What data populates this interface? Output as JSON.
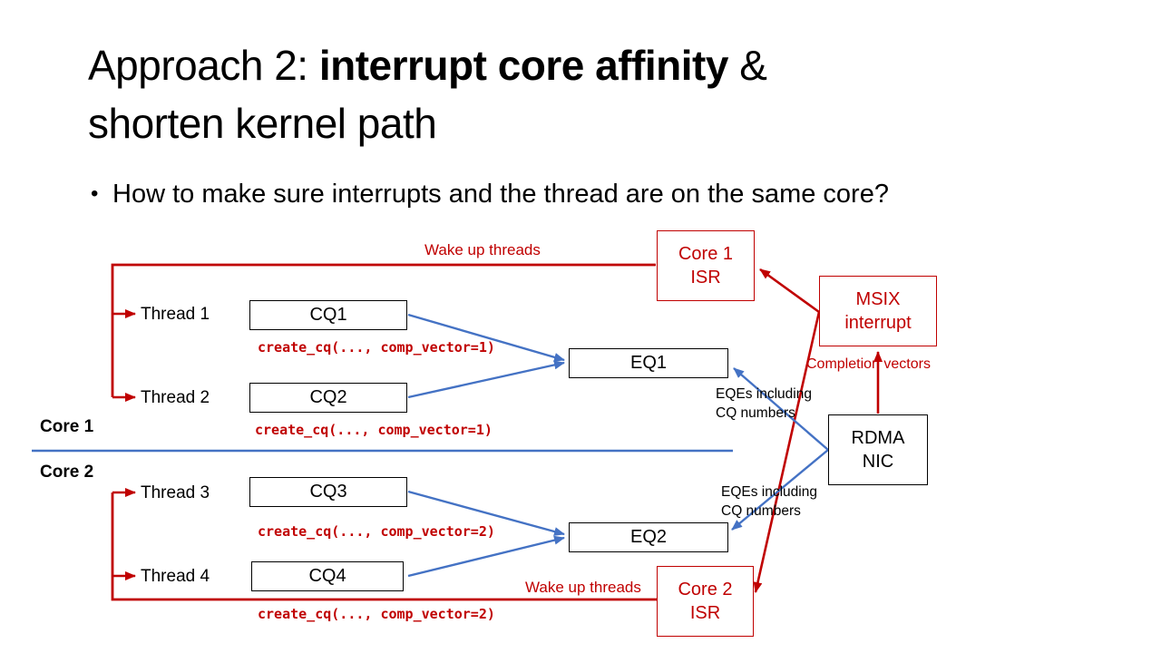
{
  "slide": {
    "title": {
      "regular1": "Approach 2: ",
      "emphasis": "interrupt core affinity",
      "regular2": " &",
      "line2": "shorten kernel path"
    },
    "bullet_marker": "•",
    "bullet_text": "How to make sure interrupts and the thread are on the same core?"
  },
  "colors": {
    "red": "#C00000",
    "blue": "#4472C4",
    "black": "#000000"
  },
  "diagram": {
    "threads": [
      "Thread 1",
      "Thread 2",
      "Thread 3",
      "Thread 4"
    ],
    "cq_boxes": [
      "CQ1",
      "CQ2",
      "CQ3",
      "CQ4"
    ],
    "eq_boxes": [
      "EQ1",
      "EQ2"
    ],
    "create_cq_labels": [
      "create_cq(..., comp_vector=1)",
      "create_cq(..., comp_vector=1)",
      "create_cq(..., comp_vector=2)",
      "create_cq(..., comp_vector=2)"
    ],
    "core_labels": [
      "Core 1",
      "Core 2"
    ],
    "core1_isr": {
      "line1": "Core 1",
      "line2": "ISR"
    },
    "core2_isr": {
      "line1": "Core 2",
      "line2": "ISR"
    },
    "msix": {
      "line1": "MSIX",
      "line2": "interrupt"
    },
    "rdma": {
      "line1": "RDMA",
      "line2": "NIC"
    },
    "wake_up_top": "Wake up threads",
    "wake_up_bottom": "Wake up threads",
    "completion_vectors": "Completion vectors",
    "eqes_1": {
      "line1": "EQEs including",
      "line2": "CQ numbers"
    },
    "eqes_2": {
      "line1": "EQEs including",
      "line2": "CQ numbers"
    }
  }
}
